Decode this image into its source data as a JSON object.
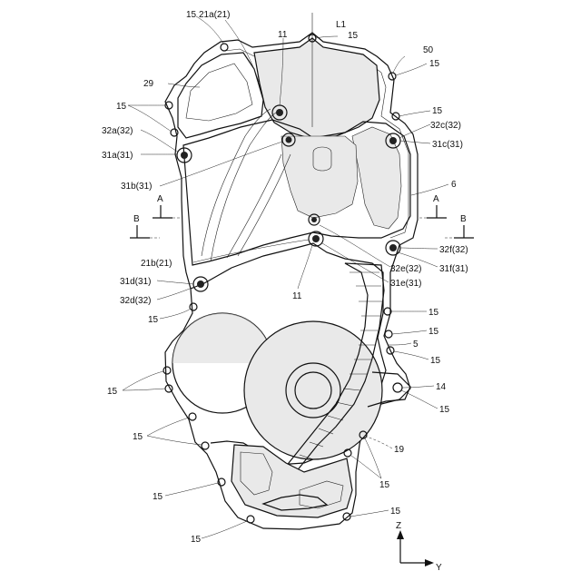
{
  "labels": {
    "l15a": "15",
    "l21a": "21a(21)",
    "l11a": "11",
    "lL1": "L1",
    "l15b": "15",
    "l50": "50",
    "l15c": "15",
    "l29": "29",
    "l15d": "15",
    "l15e": "15",
    "l32a": "32a(32)",
    "l32c": "32c(32)",
    "l31a": "31a(31)",
    "l31c": "31c(31)",
    "l31b": "31b(31)",
    "l6": "6",
    "lA1": "A",
    "lA2": "A",
    "lB1": "B",
    "lB2": "B",
    "l21b": "21b(21)",
    "l32f": "32f(32)",
    "l32e": "32e(32)",
    "l31f": "31f(31)",
    "l31d": "31d(31)",
    "l31e": "31e(31)",
    "l32d": "32d(32)",
    "l11b": "11",
    "l15f": "15",
    "l15g": "15",
    "l15h": "15",
    "l5": "5",
    "l15i": "15",
    "l15j": "15",
    "l14": "14",
    "l15k": "15",
    "l15l": "15",
    "l19": "19",
    "l15m": "15",
    "l15n": "15",
    "l15o": "15",
    "l15p": "15",
    "lZ": "Z",
    "lY": "Y"
  }
}
